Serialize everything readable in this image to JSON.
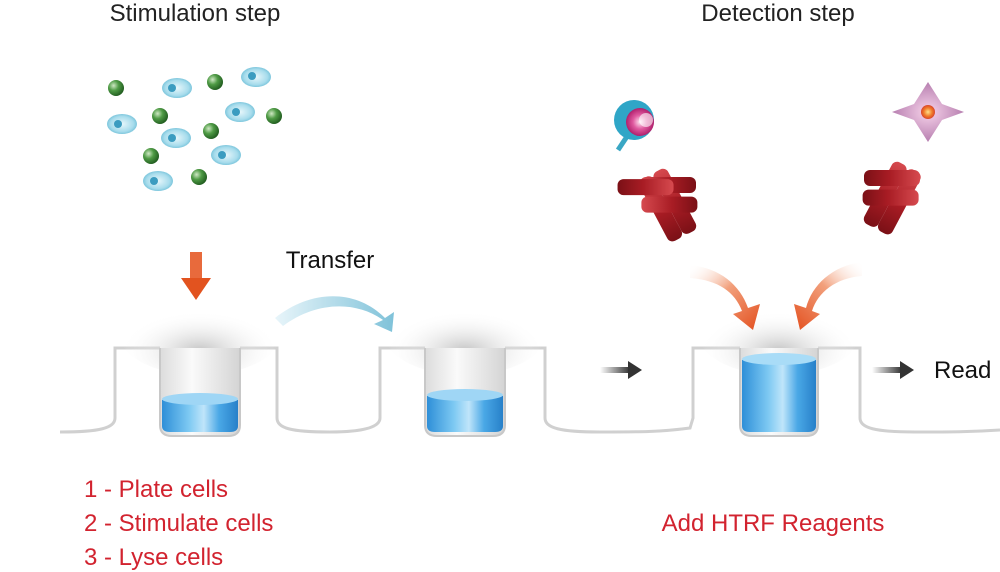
{
  "headings": {
    "stimulation": "Stimulation step",
    "detection": "Detection step"
  },
  "labels": {
    "transfer": "Transfer",
    "read": "Read"
  },
  "stimulation_steps": [
    "1 - Plate cells",
    "2 - Stimulate cells",
    "3 - Lyse cells"
  ],
  "detection_action": "Add HTRF Reagents",
  "colors": {
    "text_red": "#d2232f",
    "arrow_orange": "#e85b2a",
    "liquid_blue": "#4aa8e6",
    "antibody_red": "#b0232a",
    "cell_blue": "#8fd0e6",
    "bead_green": "#3d8a3a",
    "arrow_teal": "#8ec9dc"
  },
  "icons": [
    "cell-icon",
    "bead-icon",
    "antibody-icon",
    "donor-fluorophore-icon",
    "acceptor-fluorophore-icon",
    "well-icon",
    "arrow-icon"
  ]
}
